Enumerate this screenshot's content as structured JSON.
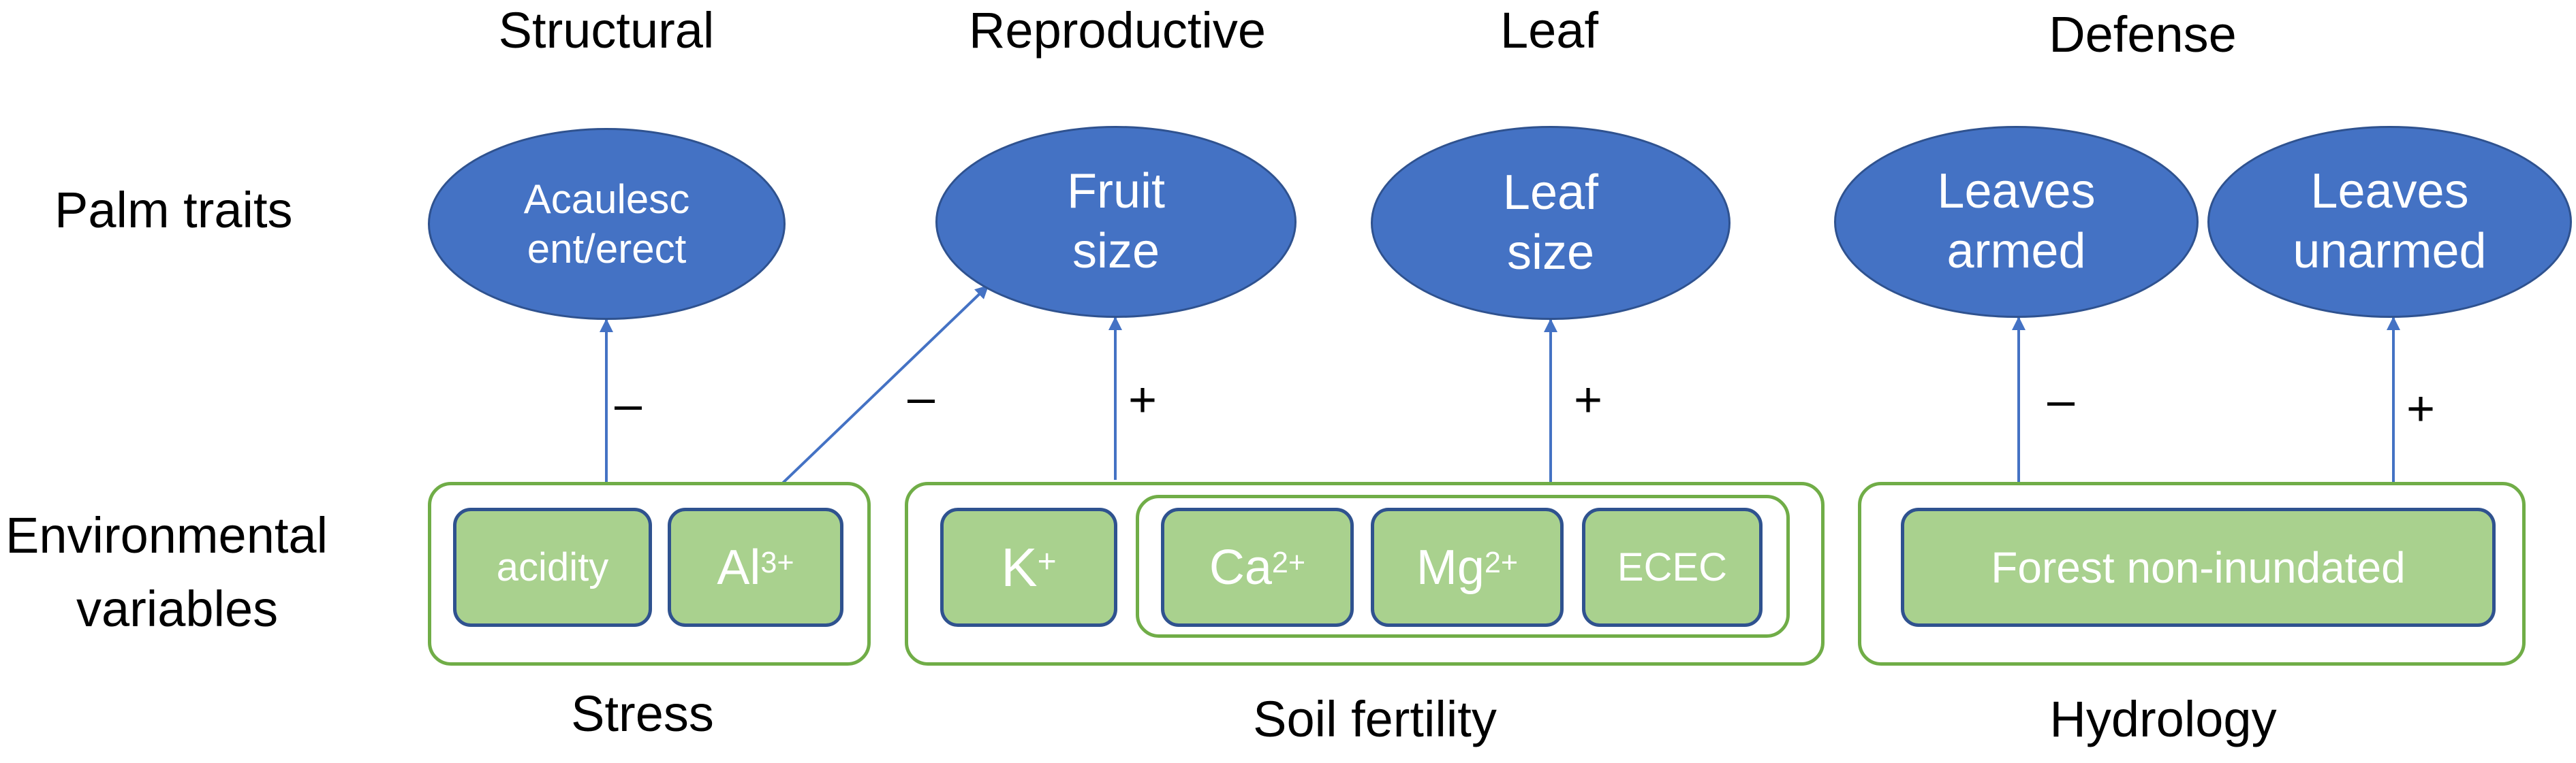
{
  "categories": {
    "structural": "Structural",
    "reproductive": "Reproductive",
    "leaf": "Leaf",
    "defense": "Defense"
  },
  "row_labels": {
    "traits": "Palm traits",
    "env_line1": "Environmental",
    "env_line2": "variables"
  },
  "traits": {
    "acaulescent": [
      "Acaulesc",
      "ent/erect"
    ],
    "fruit_size": [
      "Fruit",
      "size"
    ],
    "leaf_size": [
      "Leaf",
      "size"
    ],
    "leaves_armed": [
      "Leaves",
      "armed"
    ],
    "leaves_unarmed": [
      "Leaves",
      "unarmed"
    ]
  },
  "variables": {
    "acidity": "acidity",
    "al": {
      "base": "Al",
      "sup": "3+"
    },
    "k": {
      "base": "K",
      "sup": "+"
    },
    "ca": {
      "base": "Ca",
      "sup": "2+"
    },
    "mg": {
      "base": "Mg",
      "sup": "2+"
    },
    "ecec": "ECEC",
    "forest": "Forest non-inundated"
  },
  "groups": {
    "stress": "Stress",
    "soil_fertility": "Soil fertility",
    "hydrology": "Hydrology"
  },
  "signs": {
    "acidity_acaulescent": "–",
    "al_fruit": "–",
    "k_fruit": "+",
    "soil_leaf": "+",
    "forest_armed": "–",
    "forest_unarmed": "+"
  },
  "colors": {
    "trait_fill": "#4472c4",
    "variable_fill": "#a9d18e",
    "group_border": "#70ad47",
    "arrow": "#4472c4"
  }
}
